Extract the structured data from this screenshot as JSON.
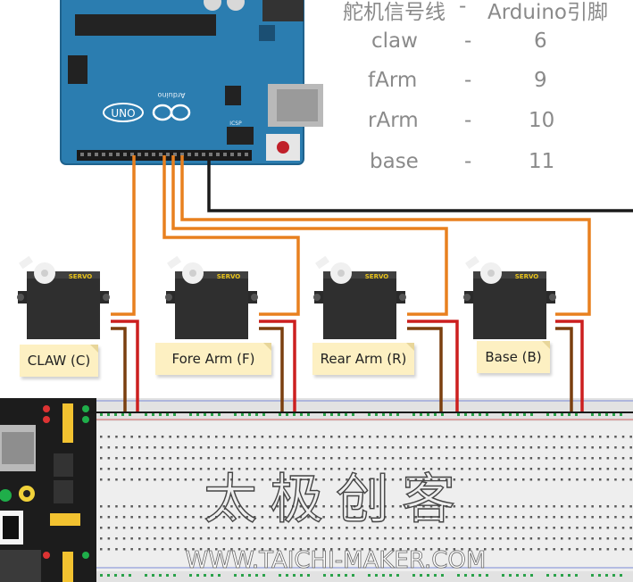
{
  "pin_table": {
    "header_left": "舵机信号线",
    "header_dash": "-",
    "header_right": "Arduino引脚",
    "rows": [
      {
        "name": "claw",
        "dash": "-",
        "pin": "6"
      },
      {
        "name": "fArm",
        "dash": "-",
        "pin": "9"
      },
      {
        "name": "rArm",
        "dash": "-",
        "pin": "10"
      },
      {
        "name": "base",
        "dash": "-",
        "pin": "11"
      }
    ]
  },
  "board": {
    "logo_text": "UNO",
    "brand_text": "Arduino",
    "servo_label": "SERVO",
    "icsp_label": "ICSP"
  },
  "servos": [
    {
      "label": "CLAW (C)"
    },
    {
      "label": "Fore Arm (F)"
    },
    {
      "label": "Rear Arm (R)"
    },
    {
      "label": "Base (B)"
    }
  ],
  "watermark": {
    "title": "太极创客",
    "url": "WWW.TAICHI-MAKER.COM"
  },
  "colors": {
    "board_blue": "#2b7db0",
    "signal_wire": "#e8801f",
    "power_wire": "#cc1f1f",
    "ground_wire": "#7a3f0f",
    "label_bg": "#fdf0c2",
    "breadboard": "#eeeeee"
  }
}
